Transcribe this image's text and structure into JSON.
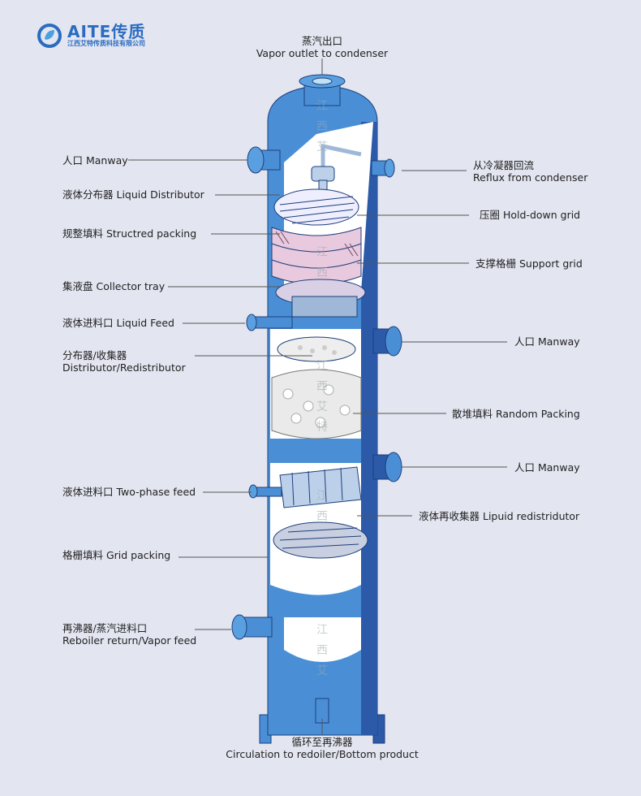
{
  "logo": {
    "brand": "AITE传质",
    "company": "江西艾特传质科技有限公司",
    "color": "#2a6cc0"
  },
  "watermark": "江西艾特",
  "colors": {
    "shell": "#4a8fd6",
    "shell_dark": "#2c5aa8",
    "packing": "#e8c9de",
    "background": "#e3e5f0"
  },
  "labels": {
    "top": {
      "zh": "蒸汽出口",
      "en": "Vapor outlet to condenser"
    },
    "bottom": {
      "zh": "循环至再沸器",
      "en": "Circulation to redoiler/Bottom product"
    },
    "left": [
      {
        "text": "人口 Manway"
      },
      {
        "text": "液体分布器 Liquid Distributor"
      },
      {
        "text": "规整填料 Structred packing"
      },
      {
        "text": "集液盘 Collector tray"
      },
      {
        "text": "液体进料口 Liquid Feed"
      },
      {
        "zh": "分布器/收集器",
        "en": "Distributor/Redistributor"
      },
      {
        "text": "液体进料口 Two-phase feed"
      },
      {
        "text": "格栅填料 Grid packing"
      },
      {
        "zh": "再沸器/蒸汽进料口",
        "en": "Reboiler return/Vapor feed"
      }
    ],
    "right": [
      {
        "zh": "从冷凝器回流",
        "en": "Reflux from condenser"
      },
      {
        "text": "压圈 Hold-down grid"
      },
      {
        "text": "支撑格栅 Support grid"
      },
      {
        "text": "人口 Manway"
      },
      {
        "text": "散堆填料 Random Packing"
      },
      {
        "text": "人口 Manway"
      },
      {
        "text": "液体再收集器 Lipuid redistridutor"
      }
    ]
  }
}
